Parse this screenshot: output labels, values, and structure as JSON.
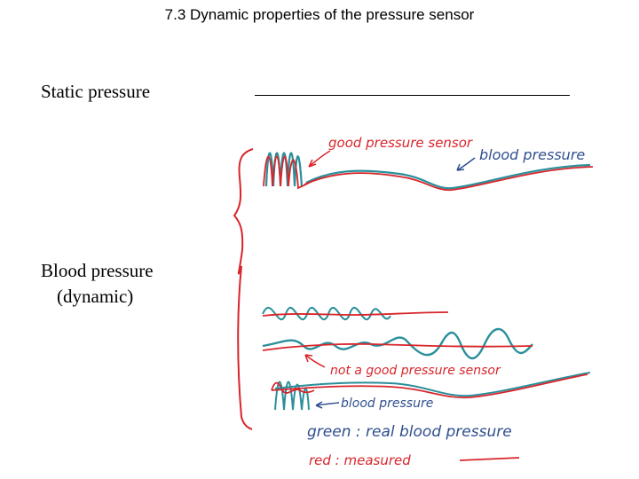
{
  "title": "7.3 Dynamic properties of the pressure sensor",
  "labels": {
    "static": "Static pressure",
    "blood_line1": "Blood pressure",
    "blood_line2": "(dynamic)"
  },
  "annotations": {
    "good_sensor": "good pressure sensor",
    "blood_pressure_top": "blood pressure",
    "not_good_sensor": "not a good pressure sensor",
    "blood_pressure_bottom": "blood pressure",
    "legend_green": "green : real blood pressure",
    "legend_red": "red : measured"
  },
  "colors": {
    "real": "#2a8f9a",
    "measured": "#d8252b",
    "note_blue": "#2f4f8f"
  }
}
